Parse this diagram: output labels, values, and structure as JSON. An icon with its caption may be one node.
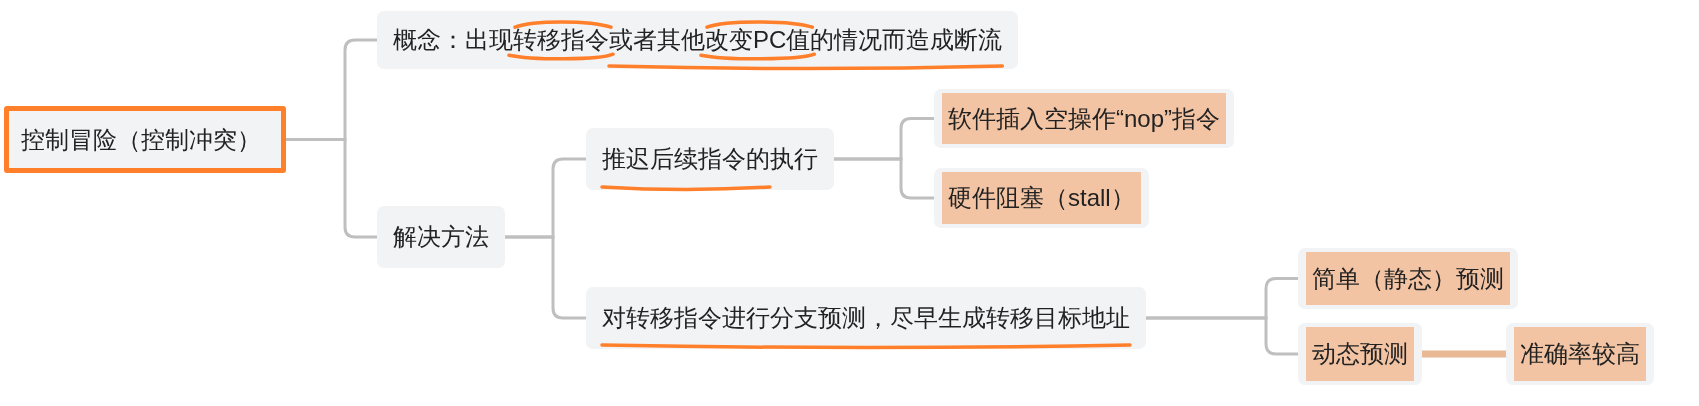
{
  "diagram": {
    "nodes": [
      {
        "text": [
          "控制冒险（控制冲突）"
        ]
      },
      {
        "text": [
          "概念：出现转移指令或者其他改变PC值的情况而造成断流"
        ]
      },
      {
        "text": [
          "解决方法"
        ]
      },
      {
        "text": [
          "推迟后续指令的执行"
        ]
      },
      {
        "text": [
          "软件插入空操作“nop”指令"
        ]
      },
      {
        "text": [
          "硬件阻塞（stall）"
        ]
      },
      {
        "text": [
          "对转移指令进行分支预测，尽早生成转移目标地址"
        ]
      },
      {
        "text": [
          "简单（静态）预测"
        ]
      },
      {
        "text": [
          "动态预测"
        ]
      },
      {
        "text": [
          "准确率较高"
        ]
      }
    ],
    "edges": [
      {
        "from": 0,
        "to": 1,
        "arrow": "none"
      },
      {
        "from": 0,
        "to": 2,
        "arrow": "none"
      },
      {
        "from": 2,
        "to": 3,
        "arrow": "none"
      },
      {
        "from": 2,
        "to": 6,
        "arrow": "none"
      },
      {
        "from": 3,
        "to": 4,
        "arrow": "none"
      },
      {
        "from": 3,
        "to": 5,
        "arrow": "none"
      },
      {
        "from": 6,
        "to": 7,
        "arrow": "none"
      },
      {
        "from": 6,
        "to": 8,
        "arrow": "none"
      },
      {
        "from": 8,
        "to": 9,
        "arrow": "none",
        "style": "thick",
        "color": "#e9b894"
      }
    ]
  }
}
